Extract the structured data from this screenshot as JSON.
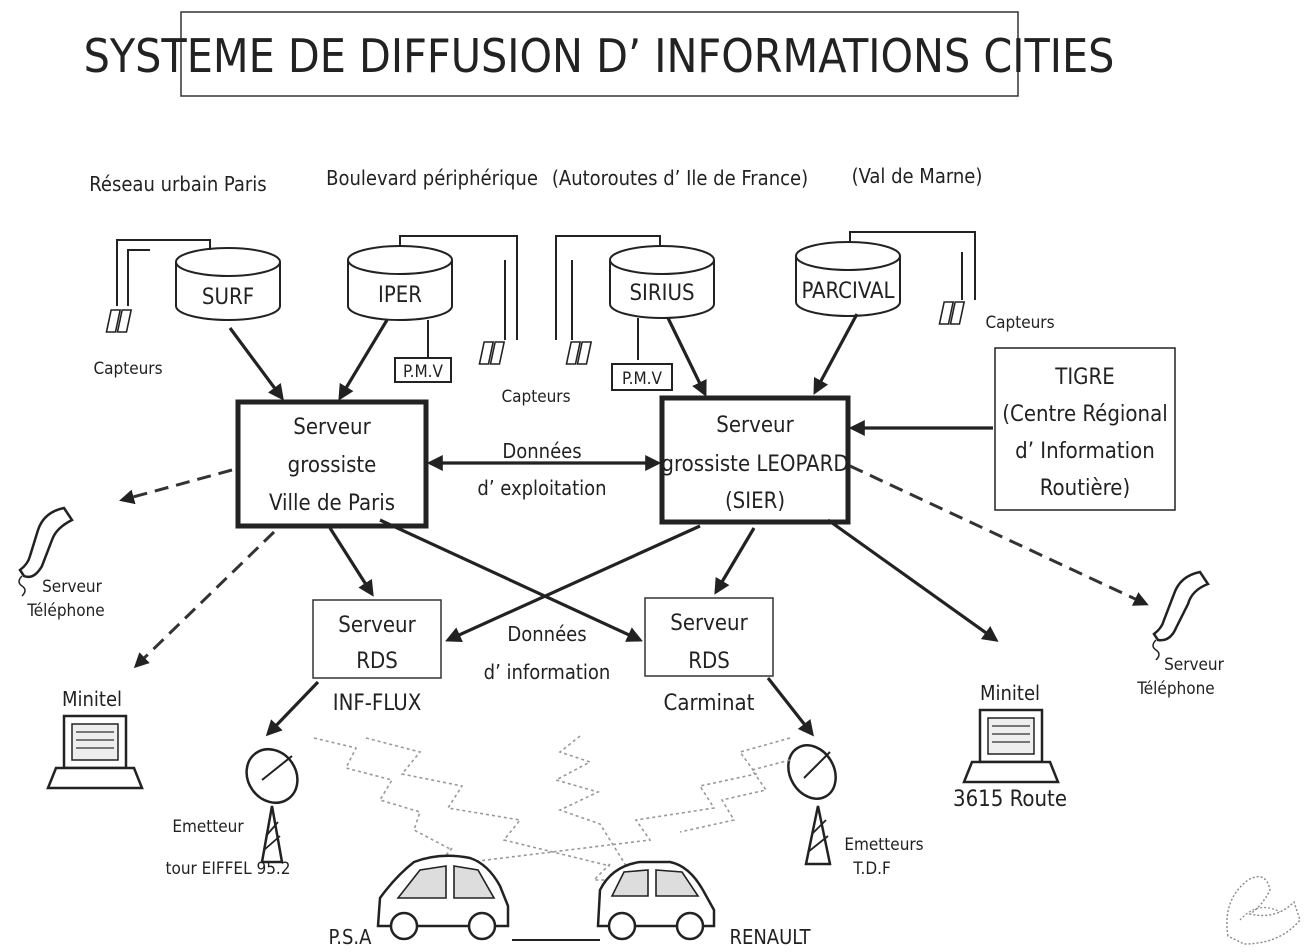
{
  "title": "SYSTEME DE DIFFUSION D’ INFORMATIONS CITIES",
  "regions": {
    "paris": "Réseau urbain Paris",
    "periph": "Boulevard périphérique",
    "autoroutes": "(Autoroutes d’ Ile de France)",
    "valdemarne": "(Val de Marne)"
  },
  "databases": {
    "surf": "SURF",
    "iper": "IPER",
    "sirius": "SIRIUS",
    "parcival": "PARCIVAL"
  },
  "capteurs": "Capteurs",
  "pmv": "P.M.V",
  "server_paris": [
    "Serveur",
    "grossiste",
    "Ville de Paris"
  ],
  "server_leopard": [
    "Serveur",
    "grossiste LEOPARD",
    "(SIER)"
  ],
  "tigre": [
    "TIGRE",
    "(Centre Régional",
    "d’ Information",
    "Routière)"
  ],
  "donnees_exploitation": [
    "Données",
    "d’ exploitation"
  ],
  "donnees_information": [
    "Données",
    "d’ information"
  ],
  "rds_left": [
    "Serveur",
    "RDS",
    "INF-FLUX"
  ],
  "rds_right": [
    "Serveur",
    "RDS",
    "Carminat"
  ],
  "phone": [
    "Serveur",
    "Téléphone"
  ],
  "minitel": "Minitel",
  "minitel_code": "3615 Route",
  "emetteur_left": [
    "Emetteur",
    "tour EIFFEL 95.2"
  ],
  "emetteur_right": [
    "Emetteurs",
    "T.D.F"
  ],
  "cars": {
    "psa": "P.S.A",
    "renault": "RENAULT"
  }
}
